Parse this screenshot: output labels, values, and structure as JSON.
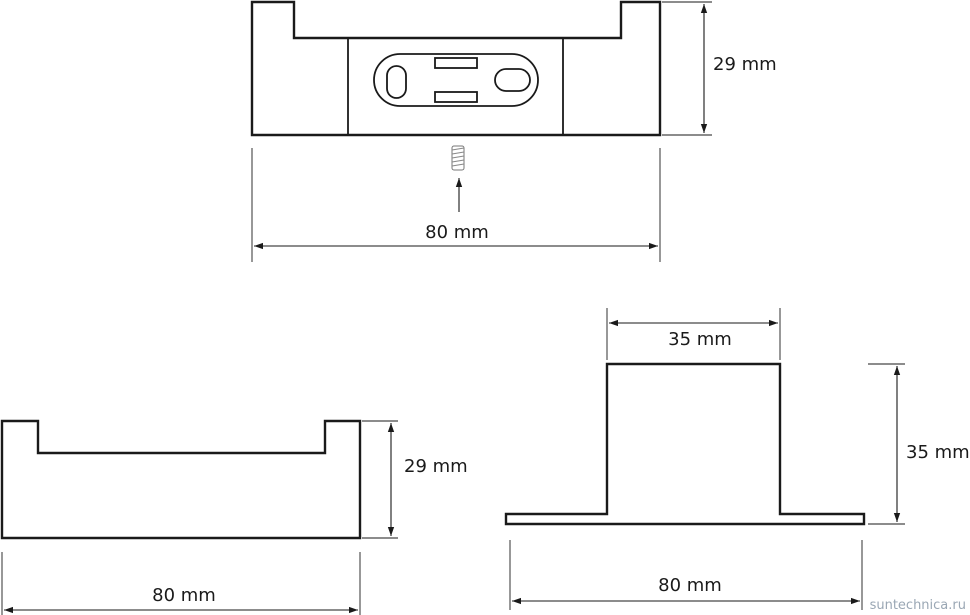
{
  "top_view": {
    "height_label": "29 mm",
    "width_label": "80 mm"
  },
  "front_view": {
    "height_label": "29 mm",
    "width_label": "80 mm"
  },
  "side_view": {
    "top_width_label": "35 mm",
    "height_label": "35 mm",
    "width_label": "80 mm"
  },
  "watermark": "suntechnica.ru",
  "colors": {
    "line": "#1a1a1a",
    "watermark": "#9aa7b4"
  }
}
